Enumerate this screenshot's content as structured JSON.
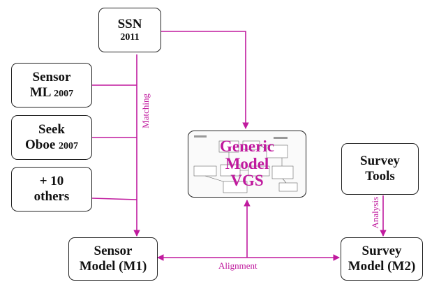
{
  "nodes": {
    "ssn": {
      "title": "SSN",
      "year": "2011"
    },
    "sensorml": {
      "line1": "Sensor",
      "line2a": "ML",
      "year": "2007"
    },
    "seekoboe": {
      "line1": "Seek",
      "line2a": "Oboe",
      "year": "2007"
    },
    "others": {
      "line1": "+ 10",
      "line2": "others"
    },
    "generic": {
      "line1": "Generic",
      "line2": "Model",
      "line3": "VGS"
    },
    "survey_tools": {
      "line1": "Survey",
      "line2": "Tools"
    },
    "sensor_model": {
      "line1": "Sensor",
      "line2": "Model (M1)"
    },
    "survey_model": {
      "line1": "Survey",
      "line2": "Model (M2)"
    }
  },
  "labels": {
    "matching": "Matching",
    "analysis": "Analysis",
    "alignment": "Alignment"
  },
  "colors": {
    "edge": "#c01a9e",
    "box_border": "#222222"
  }
}
